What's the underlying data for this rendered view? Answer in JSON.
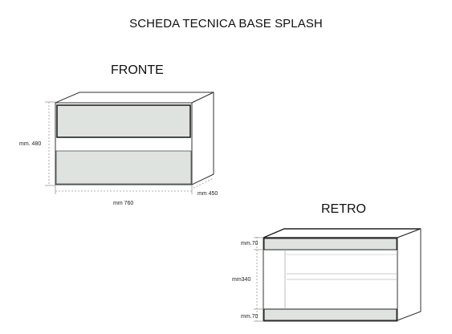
{
  "title": "SCHEDA TECNICA BASE SPLASH",
  "views": {
    "front": {
      "label": "FRONTE",
      "height_dim": "mm. 480",
      "width_dim": "mm 760",
      "depth_dim": "mm 450"
    },
    "back": {
      "label": "RETRO",
      "top_dim": "mm.70",
      "middle_dim": "mm340",
      "bottom_dim": "mm.70"
    }
  },
  "colors": {
    "panel_fill": "#dfe3df",
    "line": "#333333",
    "dim_line": "#9a9a9a"
  }
}
